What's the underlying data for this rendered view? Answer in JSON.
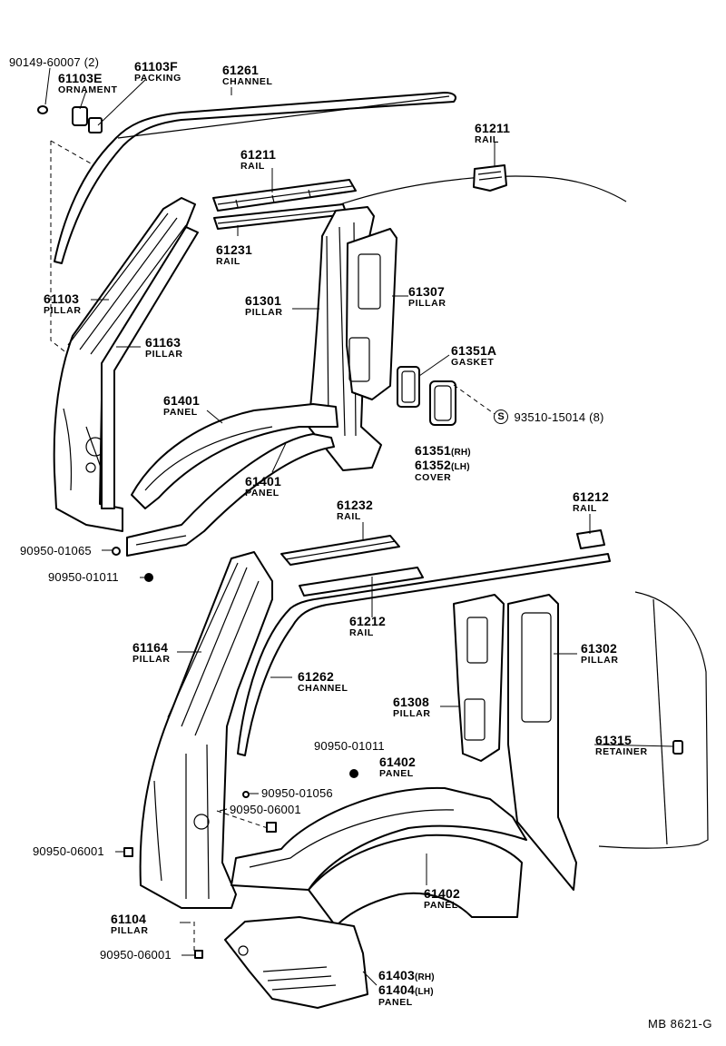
{
  "parts": [
    {
      "id": "p1",
      "number": "90149-60007 (2)",
      "name": ""
    },
    {
      "id": "p2",
      "number": "61103E",
      "name": "ORNAMENT"
    },
    {
      "id": "p3",
      "number": "61103F",
      "name": "PACKING"
    },
    {
      "id": "p4",
      "number": "61261",
      "name": "CHANNEL"
    },
    {
      "id": "p5",
      "number": "61211",
      "name": "RAIL"
    },
    {
      "id": "p6",
      "number": "61211",
      "name": "RAIL"
    },
    {
      "id": "p7",
      "number": "61231",
      "name": "RAIL"
    },
    {
      "id": "p8",
      "number": "61103",
      "name": "PILLAR"
    },
    {
      "id": "p9",
      "number": "61301",
      "name": "PILLAR"
    },
    {
      "id": "p10",
      "number": "61307",
      "name": "PILLAR"
    },
    {
      "id": "p11",
      "number": "61163",
      "name": "PILLAR"
    },
    {
      "id": "p12",
      "number": "61351A",
      "name": "GASKET"
    },
    {
      "id": "p13",
      "number": "61401",
      "name": "PANEL"
    },
    {
      "id": "p14",
      "number": "93510-15014 (8)",
      "name": "",
      "prefix": "S"
    },
    {
      "id": "p15",
      "number": "61351",
      "suffix": "(RH)",
      "number2": "61352",
      "suffix2": "(LH)",
      "name": "COVER"
    },
    {
      "id": "p16",
      "number": "61401",
      "name": "PANEL"
    },
    {
      "id": "p17",
      "number": "61232",
      "name": "RAIL"
    },
    {
      "id": "p18",
      "number": "61212",
      "name": "RAIL"
    },
    {
      "id": "p19",
      "number": "90950-01065",
      "name": ""
    },
    {
      "id": "p20",
      "number": "90950-01011",
      "name": ""
    },
    {
      "id": "p21",
      "number": "61212",
      "name": "RAIL"
    },
    {
      "id": "p22",
      "number": "61164",
      "name": "PILLAR"
    },
    {
      "id": "p23",
      "number": "61302",
      "name": "PILLAR"
    },
    {
      "id": "p24",
      "number": "61262",
      "name": "CHANNEL"
    },
    {
      "id": "p25",
      "number": "61308",
      "name": "PILLAR"
    },
    {
      "id": "p26",
      "number": "61315",
      "name": "RETAINER"
    },
    {
      "id": "p27",
      "number": "90950-01011",
      "name": ""
    },
    {
      "id": "p28",
      "number": "61402",
      "name": "PANEL"
    },
    {
      "id": "p29",
      "number": "90950-01056",
      "name": ""
    },
    {
      "id": "p30",
      "number": "90950-06001",
      "name": ""
    },
    {
      "id": "p31",
      "number": "90950-06001",
      "name": ""
    },
    {
      "id": "p32",
      "number": "61402",
      "name": "PANEL"
    },
    {
      "id": "p33",
      "number": "61104",
      "name": "PILLAR"
    },
    {
      "id": "p34",
      "number": "90950-06001",
      "name": ""
    },
    {
      "id": "p35",
      "number": "61403",
      "suffix": "(RH)",
      "number2": "61404",
      "suffix2": "(LH)",
      "name": "PANEL"
    }
  ],
  "figure_code": "MB 8621-G"
}
